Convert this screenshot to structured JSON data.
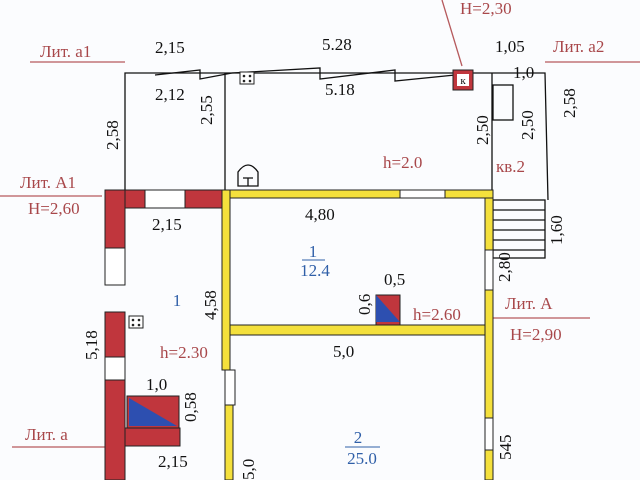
{
  "labels": {
    "lit_a1": "Лит. а1",
    "lit_a2": "Лит. а2",
    "lit_A1": "Лит. А1",
    "H_A1": "Н=2,60",
    "lit_A": "Лит. А",
    "H_A": "Н=2,90",
    "lit_a": "Лит. а",
    "H_top": "Н=2,30",
    "kv": "кв.2",
    "stove_k": "к"
  },
  "heights": {
    "h1": "h=2.0",
    "h2": "h=2.60",
    "h3": "h=2.30"
  },
  "dimensions": {
    "d_215_top": "2,15",
    "d_528": "5.28",
    "d_105": "1,05",
    "d_212": "2,12",
    "d_518_top": "5.18",
    "d_10_top": "1,0",
    "d_258_left": "2,58",
    "d_255": "2,55",
    "d_250_a": "2,50",
    "d_250_b": "2,50",
    "d_258_right": "2,58",
    "d_480": "4,80",
    "d_215_mid": "2,15",
    "d_458": "4,58",
    "d_518_left": "5,18",
    "d_05": "0,5",
    "d_06": "0,6",
    "d_50_mid": "5,0",
    "d_10_stove": "1,0",
    "d_058": "0,58",
    "d_215_bot": "2,15",
    "d_545": "545",
    "d_50_bot": "5,0",
    "d_160": "1,60",
    "d_280": "2,80"
  },
  "rooms": [
    {
      "number": "1",
      "area": "12.4"
    },
    {
      "number": "2",
      "area": "25.0"
    },
    {
      "number": "1"
    }
  ],
  "colors": {
    "brick": "#c0363d",
    "wood": "#f4e03c",
    "stove_blue": "#2d4fb0",
    "label": "#a8474a"
  }
}
